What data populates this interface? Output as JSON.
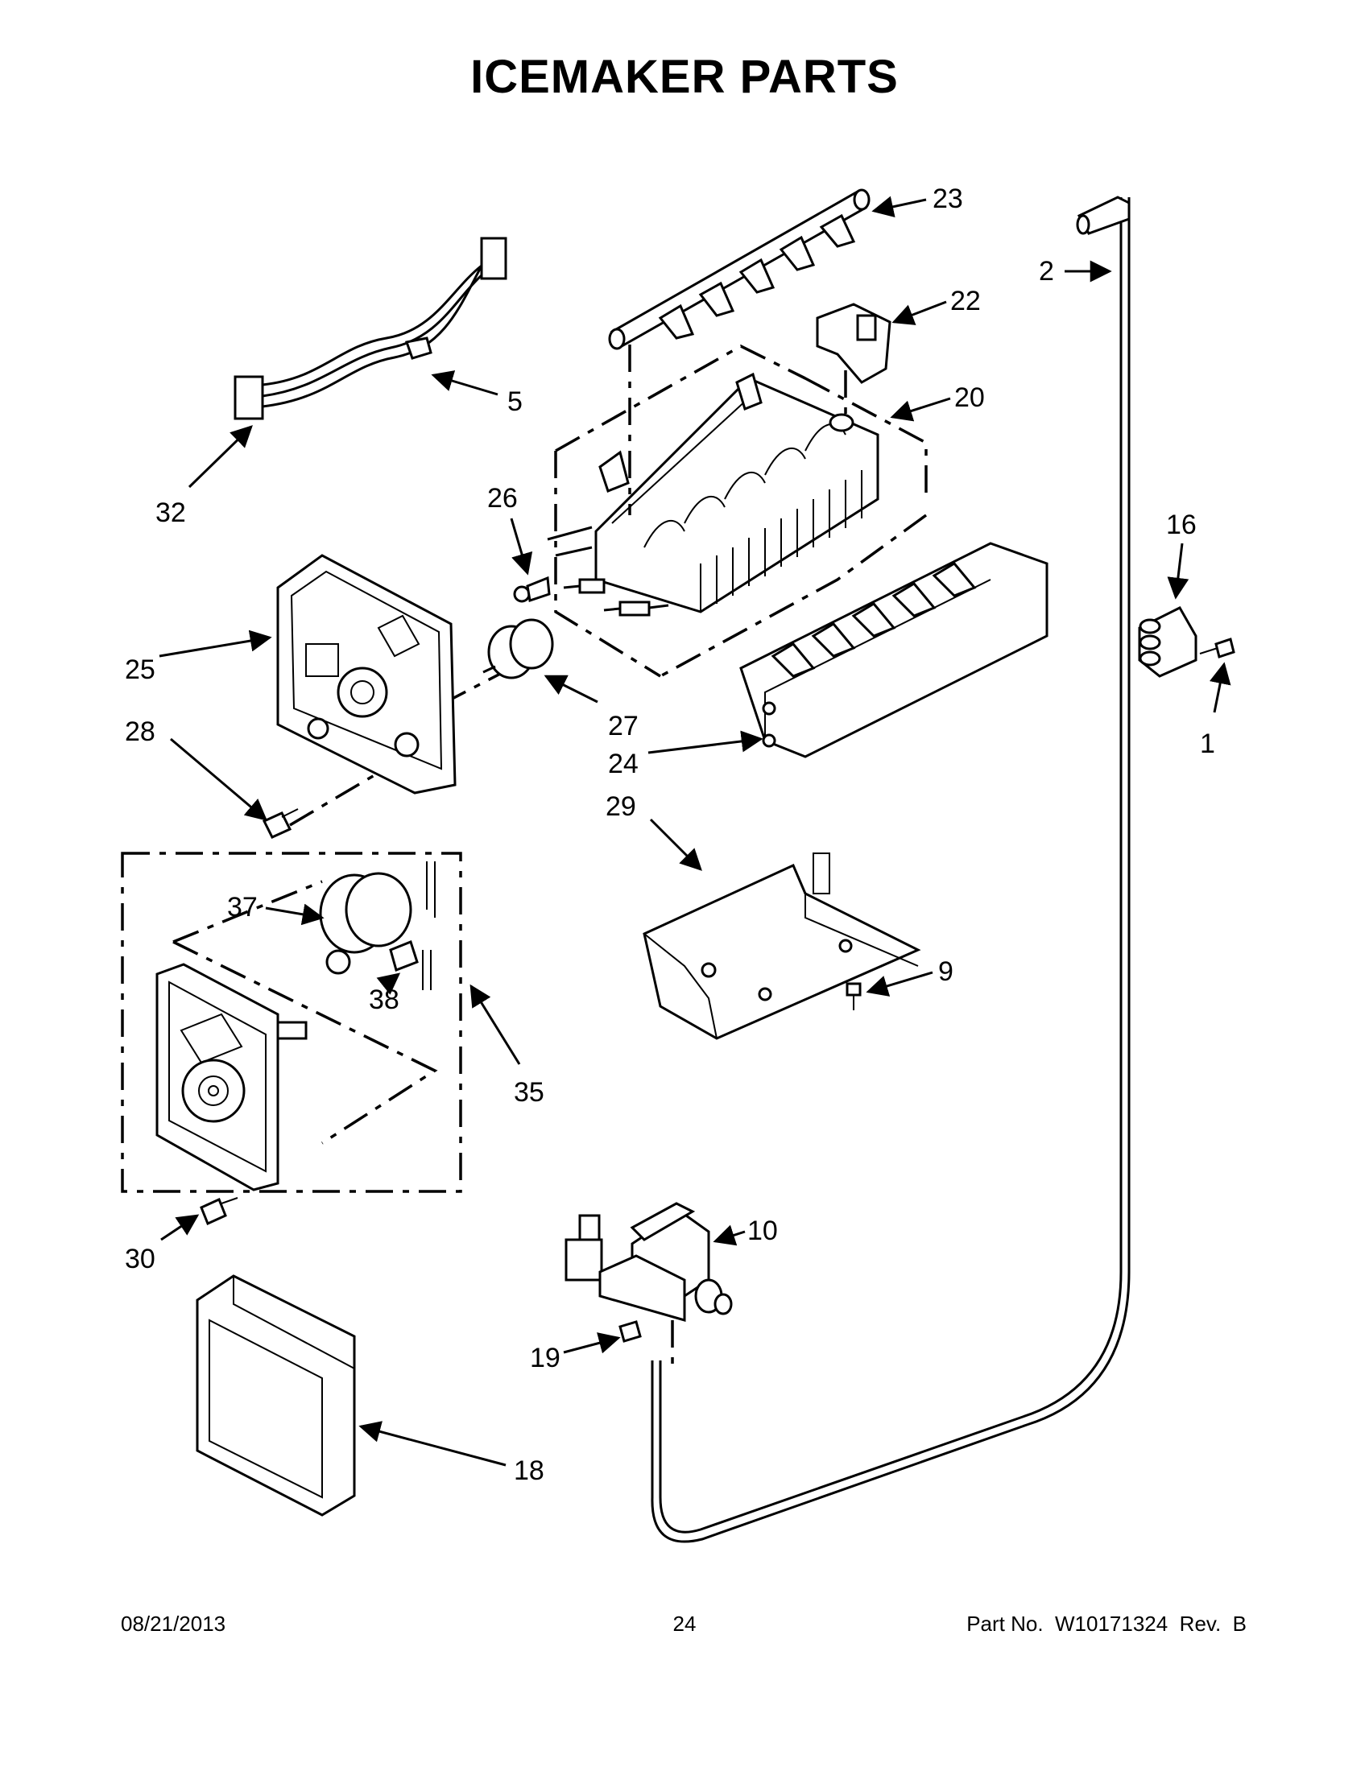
{
  "title": "ICEMAKER PARTS",
  "callouts": [
    {
      "id": "c23",
      "label": "23"
    },
    {
      "id": "c2",
      "label": "2"
    },
    {
      "id": "c22",
      "label": "22"
    },
    {
      "id": "c20",
      "label": "20"
    },
    {
      "id": "c5",
      "label": "5"
    },
    {
      "id": "c32",
      "label": "32"
    },
    {
      "id": "c26",
      "label": "26"
    },
    {
      "id": "c16",
      "label": "16"
    },
    {
      "id": "c25",
      "label": "25"
    },
    {
      "id": "c27",
      "label": "27"
    },
    {
      "id": "c28",
      "label": "28"
    },
    {
      "id": "c24",
      "label": "24"
    },
    {
      "id": "c1",
      "label": "1"
    },
    {
      "id": "c29",
      "label": "29"
    },
    {
      "id": "c37",
      "label": "37"
    },
    {
      "id": "c38",
      "label": "38"
    },
    {
      "id": "c9",
      "label": "9"
    },
    {
      "id": "c35",
      "label": "35"
    },
    {
      "id": "c10",
      "label": "10"
    },
    {
      "id": "c30",
      "label": "30"
    },
    {
      "id": "c19",
      "label": "19"
    },
    {
      "id": "c18",
      "label": "18"
    }
  ],
  "footer": {
    "date": "08/21/2013",
    "page": "24",
    "part_no": "Part No.  W10171324  Rev.  B"
  }
}
